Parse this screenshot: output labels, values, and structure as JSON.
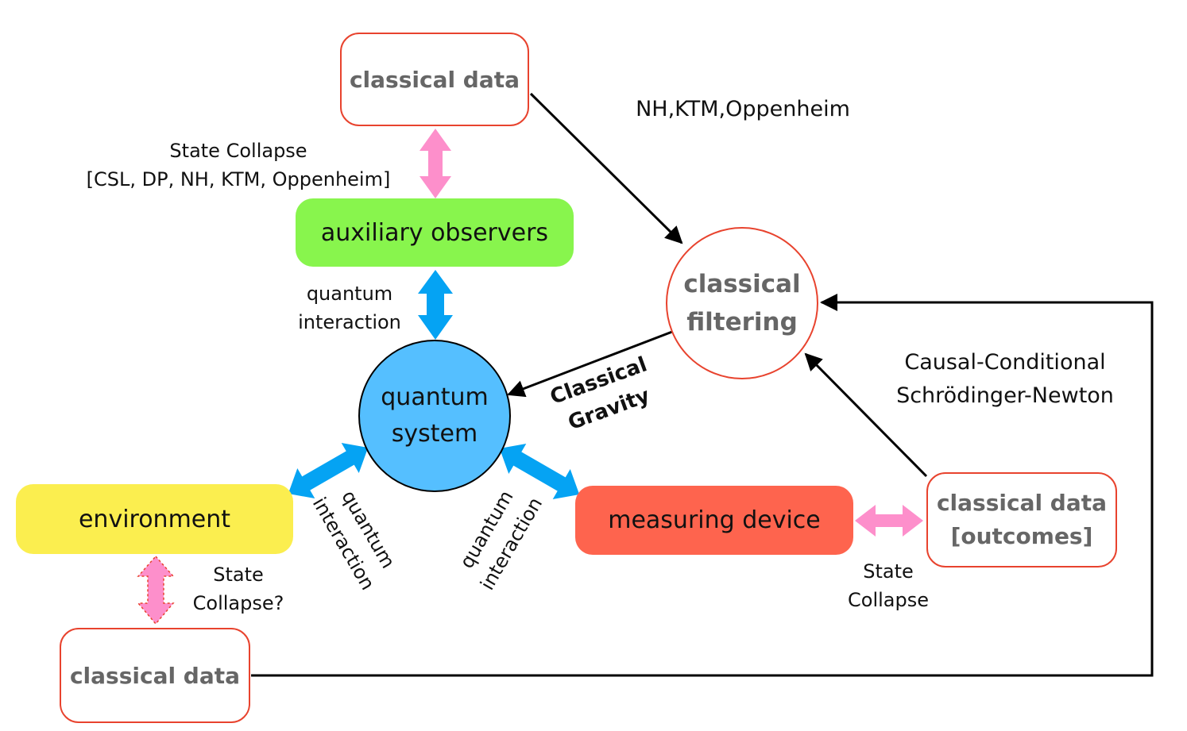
{
  "nodes": {
    "classical_data_top": "classical data",
    "auxiliary_observers": "auxiliary observers",
    "quantum_system": [
      "quantum",
      "system"
    ],
    "classical_filtering": [
      "classical",
      "filtering"
    ],
    "environment": "environment",
    "measuring_device": "measuring device",
    "classical_data_outcomes": [
      "classical data",
      "[outcomes]"
    ],
    "classical_data_bottom": "classical data"
  },
  "labels": {
    "state_collapse_top": [
      "State Collapse",
      "[CSL, DP, NH, KTM, Oppenheim]"
    ],
    "nh_ktm_oppenheim": "NH,KTM,Oppenheim",
    "quantum_interaction_top": [
      "quantum",
      "interaction"
    ],
    "classical_gravity": [
      "Classical",
      "Gravity"
    ],
    "causal_conditional": [
      "Causal-Conditional",
      "Schrödinger-Newton"
    ],
    "quantum_interaction_left": [
      "quantum",
      "interaction"
    ],
    "quantum_interaction_right": [
      "quantum",
      "interaction"
    ],
    "state_collapse_right": [
      "State",
      "Collapse"
    ],
    "state_collapse_env": [
      "State",
      "Collapse?"
    ]
  },
  "colors": {
    "green": "#88f54d",
    "blue": "#55bfff",
    "yellow": "#fbee4f",
    "red": "#fe644e",
    "arrow_blue": "#05a3f3",
    "arrow_pink": "#fd8fcb",
    "box_border": "#e8432e"
  }
}
